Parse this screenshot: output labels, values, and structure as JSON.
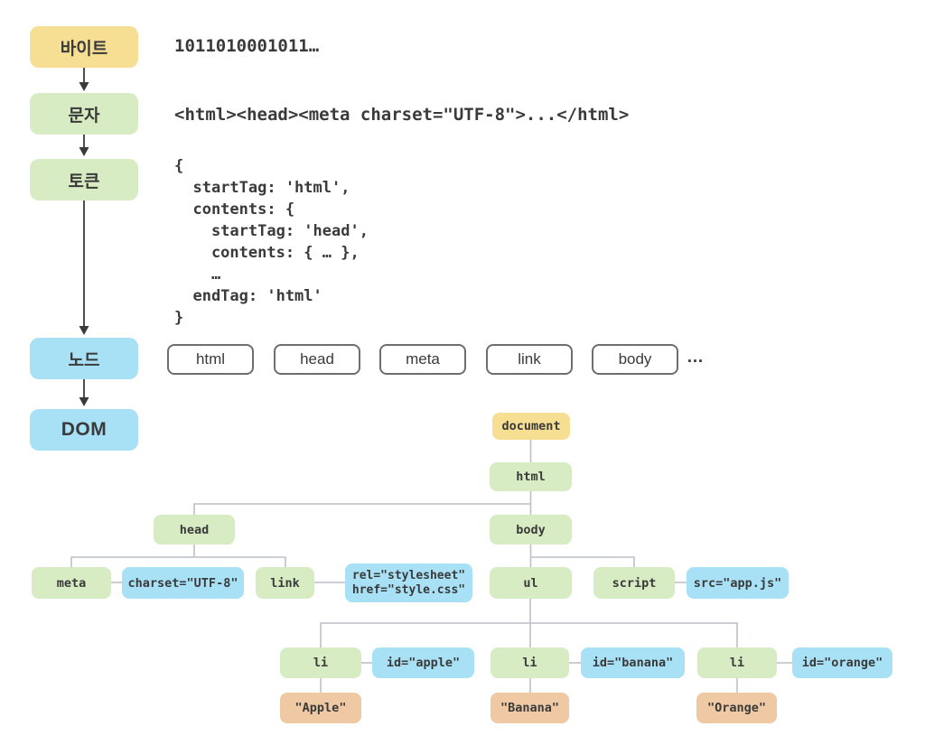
{
  "colors": {
    "stage_yellow": "#f6de92",
    "stage_green": "#d8ecc3",
    "stage_blue": "#a8e0f5",
    "attr_blue": "#a8e0f5",
    "text_node_orange": "#efc9a4",
    "chip_border": "#6e6e6e",
    "connector_gray": "#bcc1c8",
    "arrow_dark": "#3a3a3a"
  },
  "pipeline": {
    "stages": [
      {
        "id": "bytes",
        "label": "바이트"
      },
      {
        "id": "characters",
        "label": "문자"
      },
      {
        "id": "tokens",
        "label": "토큰"
      },
      {
        "id": "nodes",
        "label": "노드"
      },
      {
        "id": "dom",
        "label": "DOM"
      }
    ]
  },
  "examples": {
    "bytes": "1011010001011…",
    "characters": "<html><head><meta charset=\"UTF-8\">...</html>",
    "tokens": "{\n  startTag: 'html',\n  contents: {\n    startTag: 'head',\n    contents: { … },\n    …\n  endTag: 'html'\n}",
    "nodes": {
      "chips": [
        "html",
        "head",
        "meta",
        "link",
        "body"
      ],
      "more": "…"
    }
  },
  "dom_tree": {
    "document": "document",
    "html": "html",
    "head": "head",
    "body": "body",
    "meta": "meta",
    "meta_attr": "charset=\"UTF-8\"",
    "link": "link",
    "link_attr": "rel=\"stylesheet\"\nhref=\"style.css\"",
    "ul": "ul",
    "script": "script",
    "script_attr": "src=\"app.js\"",
    "li1": "li",
    "li1_attr": "id=\"apple\"",
    "li1_text": "\"Apple\"",
    "li2": "li",
    "li2_attr": "id=\"banana\"",
    "li2_text": "\"Banana\"",
    "li3": "li",
    "li3_attr": "id=\"orange\"",
    "li3_text": "\"Orange\""
  }
}
